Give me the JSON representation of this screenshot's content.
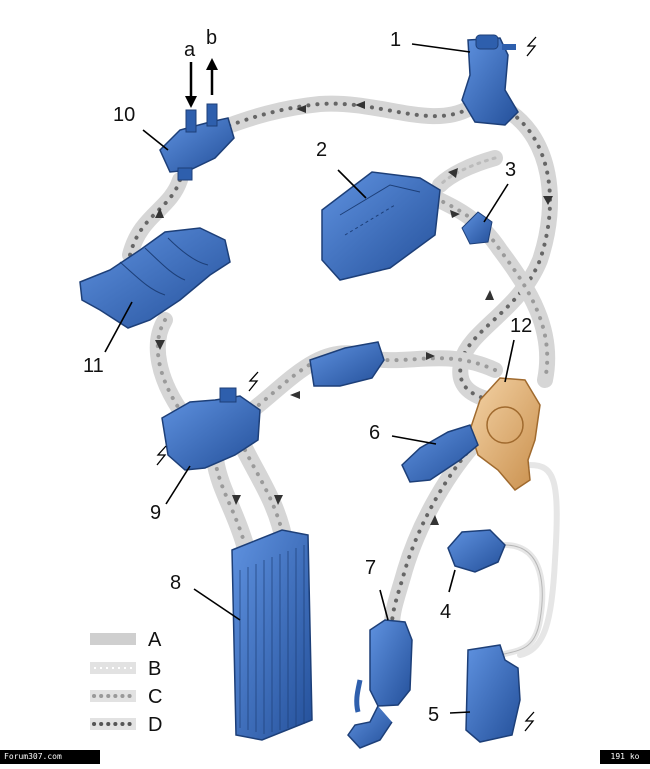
{
  "callouts": {
    "n1": "1",
    "n2": "2",
    "n3": "3",
    "n4": "4",
    "n5": "5",
    "n6": "6",
    "n7": "7",
    "n8": "8",
    "n9": "9",
    "n10": "10",
    "n11": "11",
    "n12": "12",
    "a": "a",
    "b": "b"
  },
  "legend": [
    {
      "label": "A",
      "style": "solid"
    },
    {
      "label": "B",
      "style": "light-dotted"
    },
    {
      "label": "C",
      "style": "grey-dots"
    },
    {
      "label": "D",
      "style": "dark-dots"
    }
  ],
  "footer": {
    "left": "Forum307.com",
    "right": "191 ko"
  },
  "colors": {
    "component_blue": "#3c6fc0",
    "component_dark": "#1d3f78",
    "turbo_orange": "#e8b87c",
    "duct_grey": "#d4d4d4",
    "dot_dark": "#555555",
    "dot_light": "#ffffff"
  },
  "icons": [
    "lightning-icon"
  ]
}
